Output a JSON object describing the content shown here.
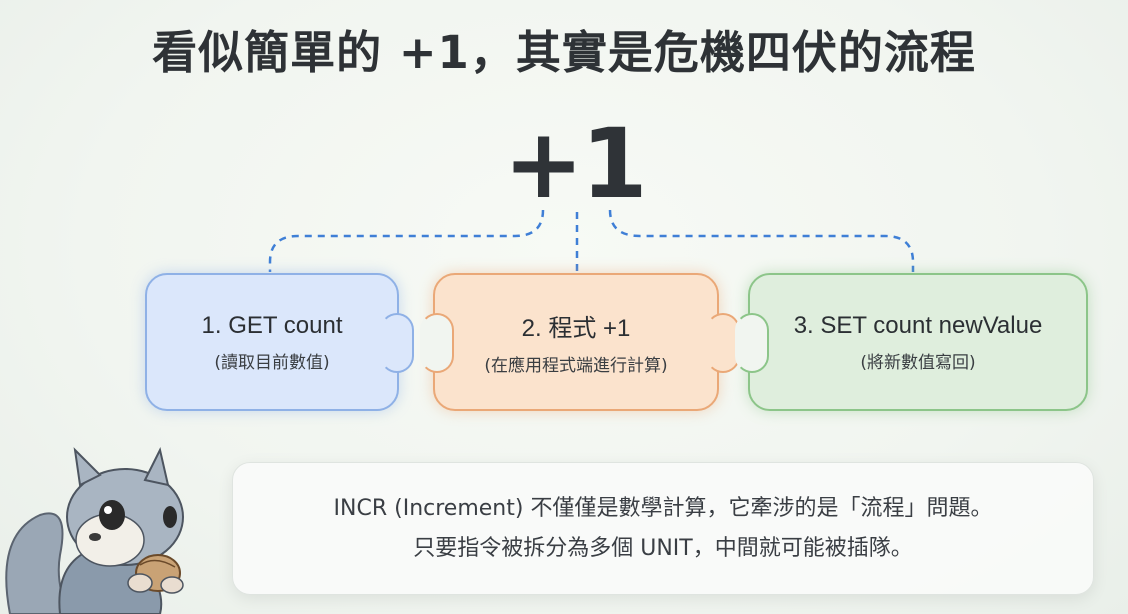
{
  "title": "看似簡單的 +1，其實是危機四伏的流程",
  "center_label": "+1",
  "steps": [
    {
      "main": "1. GET count",
      "sub": "(讀取目前數值)"
    },
    {
      "main": "2. 程式 +1",
      "sub": "(在應用程式端進行計算)"
    },
    {
      "main": "3. SET count newValue",
      "sub": "(將新數值寫回)"
    }
  ],
  "note": {
    "line1": "INCR (Increment) 不僅僅是數學計算，它牽涉的是「流程」問題。",
    "line2": "只要指令被拆分為多個 UNIT，中間就可能被插隊。"
  },
  "colors": {
    "step1": "#dbe7fb",
    "step2": "#fbe3cd",
    "step3": "#dfeedd",
    "connector": "#3f7fd6"
  },
  "icons": [
    "squirrel-mascot"
  ]
}
